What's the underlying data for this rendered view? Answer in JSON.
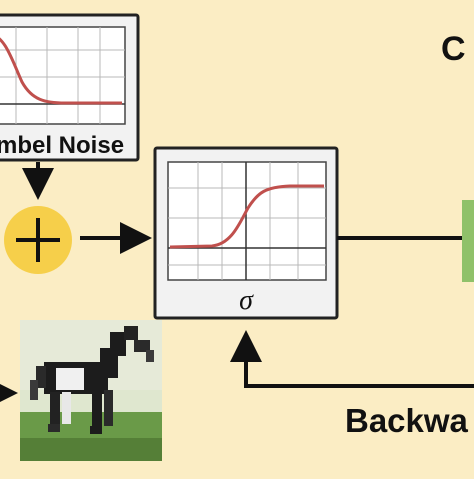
{
  "colors": {
    "background": "#fbedc4",
    "curve": "#c0504d",
    "adder": "#f6cf4a",
    "green_block": "#8fc16a",
    "box_border": "#222222",
    "box_fill": "#f2f2f2",
    "plot_fill": "#ffffff",
    "grid": "#b8b8b8"
  },
  "noise_block": {
    "label": "mbel Noise",
    "curve": "decreasing-sigmoid"
  },
  "adder": {
    "icon": "plus-icon"
  },
  "sigmoid_block": {
    "label": "σ",
    "curve": "increasing-sigmoid"
  },
  "input_image": {
    "icon": "horse-image"
  },
  "right_edge": {
    "title_fragment": "C",
    "output_block": "green-block"
  },
  "backward": {
    "label": "Backwa"
  }
}
